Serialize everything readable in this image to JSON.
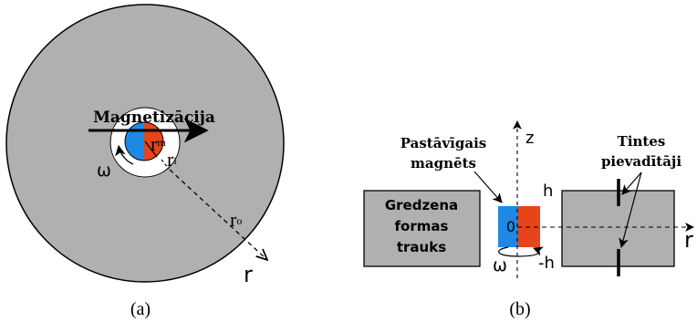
{
  "panel_a": {
    "caption": "(a)",
    "magnetization_label": "Magnetizācija",
    "omega": "ω",
    "r_m": {
      "base": "r",
      "sub": "m"
    },
    "r_i": {
      "base": "r",
      "sub": "i"
    },
    "r_o": {
      "base": "r",
      "sub": "o"
    },
    "r_axis": "r"
  },
  "panel_b": {
    "caption": "(b)",
    "magnet_label_line1": "Pastāvīgais",
    "magnet_label_line2": "magnēts",
    "z_axis": "z",
    "electrodes_line1": "Tintes",
    "electrodes_line2": "pievadītāji",
    "vessel_line1": "Gredzena",
    "vessel_line2": "formas",
    "vessel_line3": "trauks",
    "h_top": "h",
    "h_bottom": "-h",
    "zero": "0",
    "omega": "ω",
    "r_axis": "r"
  },
  "colors": {
    "gray": "#b0b0b0",
    "blue": "#1e88e5",
    "red": "#e8441a",
    "black": "#000000"
  }
}
